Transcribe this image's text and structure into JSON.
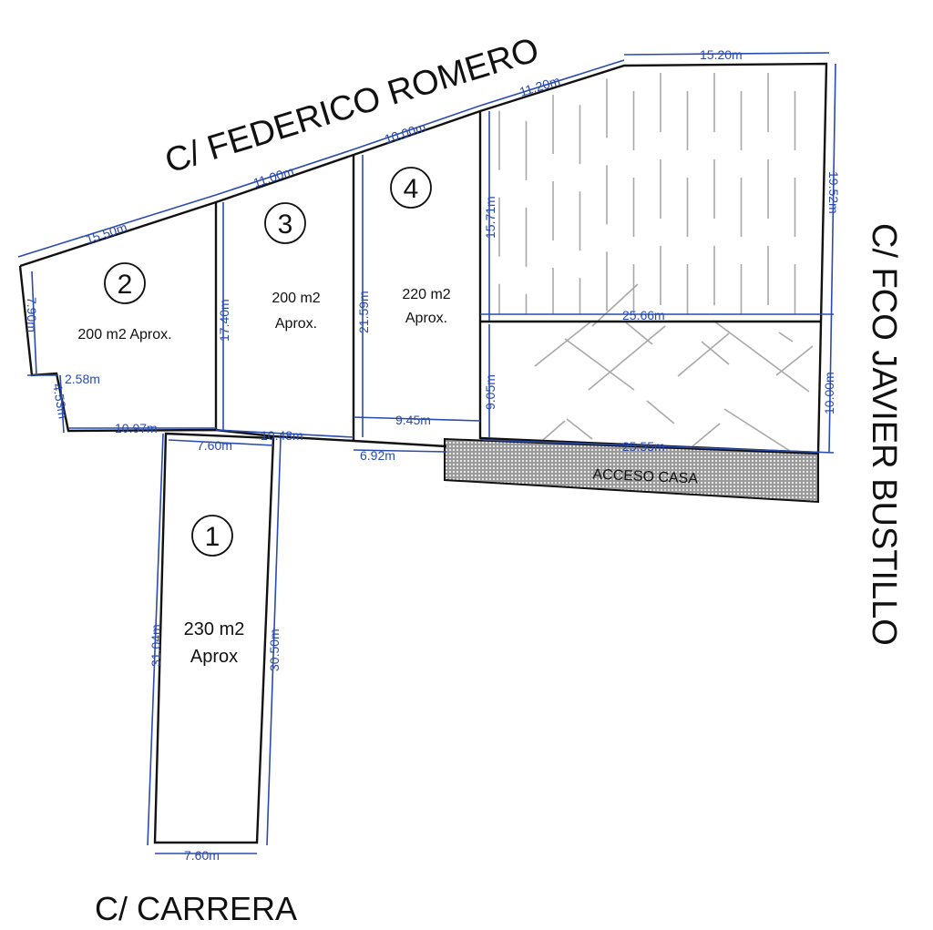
{
  "streets": {
    "north": "C/ FEDERICO ROMERO",
    "east": "C/ FCO JAVIER BUSTILLO",
    "south": "C/ CARRERA"
  },
  "lots": [
    {
      "number": "1",
      "area_line1": "230 m2",
      "area_line2": "Aprox"
    },
    {
      "number": "2",
      "area_line1": "200 m2 Aprox.",
      "area_line2": ""
    },
    {
      "number": "3",
      "area_line1": "200 m2",
      "area_line2": "Aprox."
    },
    {
      "number": "4",
      "area_line1": "220 m2",
      "area_line2": "Aprox."
    }
  ],
  "access_label": "ACCESO CASA",
  "dimensions": {
    "top_lot2": "15.50m",
    "top_lot3": "11.00m",
    "top_lot4": "10.00m",
    "top_a": "11.20m",
    "top_b": "15.20m",
    "right_upper": "19.52m",
    "right_lower": "10.00m",
    "inner_upper": "15.71m",
    "inner_lower": "9.05m",
    "mid_horizontal": "25.66m",
    "bottom_house": "25.55m",
    "lot2_left": "7.90m",
    "lot2_step": "2.58m",
    "lot2_left_lower": "4.53m",
    "lot2_bottom": "10.97m",
    "lot2_3_divider": "17.40m",
    "lot3_4_divider": "21.59m",
    "lot3_bottom": "10.48m",
    "lot4_bottom": "9.45m",
    "lot4_bottom_lower": "6.92m",
    "lot1_top": "7.60m",
    "lot1_left": "31.04m",
    "lot1_right": "30.50m",
    "lot1_bottom": "7.60m"
  }
}
